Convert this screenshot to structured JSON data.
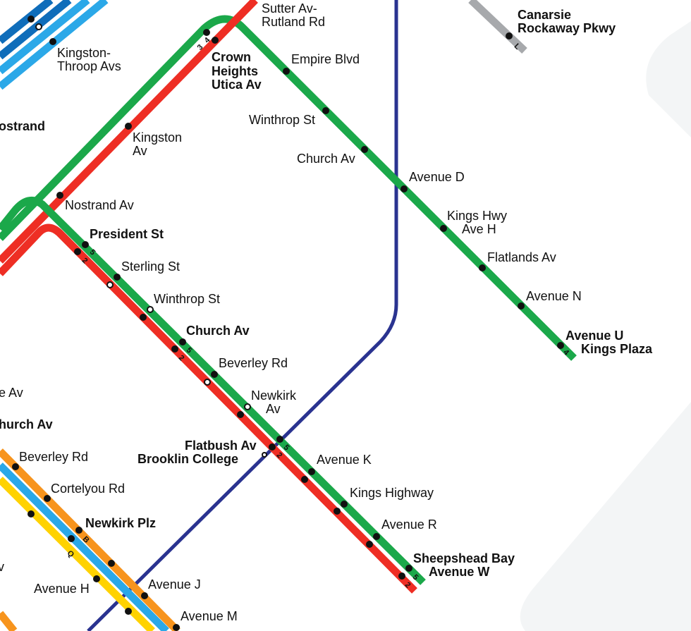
{
  "colors": {
    "green": "#1BA84A",
    "red": "#EE2E24",
    "navy": "#2A3390",
    "grey": "#A7A9AC",
    "orange": "#F7941D",
    "yellow": "#FFD200",
    "blue_dark": "#0F6DBA",
    "blue_light": "#2BA8E8",
    "land": "#F3F5F6"
  },
  "lines": {
    "green_upper_route": "4",
    "green_lower_route": "5",
    "red_upper_route": "3",
    "red_lower_route": "2",
    "grey_route": "L",
    "orange_route": "B",
    "yellow_route": "Q"
  },
  "stations": {
    "sutter": {
      "name1": "Sutter Av-",
      "name2": "Rutland Rd"
    },
    "canarsie": {
      "name1": "Canarsie",
      "name2": "Rockaway Pkwy"
    },
    "kingston_throop": {
      "name1": "Kingston-",
      "name2": "Throop Avs"
    },
    "crown_heights": {
      "name1": "Crown",
      "name2": "Heights",
      "name3": "Utica Av"
    },
    "empire": {
      "name": "Empire Blvd"
    },
    "nostrand_partial": {
      "name": "ostrand"
    },
    "kingston_av": {
      "name1": "Kingston",
      "name2": "Av"
    },
    "winthrop_upper": {
      "name": "Winthrop St"
    },
    "church_upper": {
      "name": "Church Av"
    },
    "avenue_d": {
      "name": "Avenue D"
    },
    "kings_hwy_h": {
      "name1": "Kings Hwy",
      "name2": "Ave H"
    },
    "flatlands": {
      "name": "Flatlands Av"
    },
    "avenue_n": {
      "name": "Avenue N"
    },
    "avenue_u": {
      "name1": "Avenue U",
      "name2": "Kings Plaza"
    },
    "nostrand_av": {
      "name": "Nostrand Av"
    },
    "president": {
      "name": "President St"
    },
    "sterling": {
      "name": "Sterling St"
    },
    "winthrop_lower": {
      "name": "Winthrop St"
    },
    "church_lower": {
      "name": "Church Av"
    },
    "beverley_lower": {
      "name": "Beverley Rd"
    },
    "newkirk_av": {
      "name1": "Newkirk",
      "name2": "Av"
    },
    "flatbush": {
      "name1": "Flatbush Av",
      "name2": "Brooklin College"
    },
    "avenue_k": {
      "name": "Avenue K"
    },
    "kings_highway": {
      "name": "Kings Highway"
    },
    "avenue_r": {
      "name": "Avenue R"
    },
    "sheepshead": {
      "name1": "Sheepshead Bay",
      "name2": "Avenue W"
    },
    "cortelyou_partial": {
      "name": "e Av"
    },
    "church_left_partial": {
      "name": "hurch Av"
    },
    "beverley_left": {
      "name": "Beverley Rd"
    },
    "cortelyou": {
      "name": "Cortelyou Rd"
    },
    "newkirk_plz": {
      "name": "Newkirk Plz"
    },
    "avenue_h": {
      "name": "Avenue H"
    },
    "avenue_j": {
      "name": "Avenue J"
    },
    "avenue_m": {
      "name": "Avenue M"
    },
    "left_partial": {
      "name": "v"
    }
  }
}
